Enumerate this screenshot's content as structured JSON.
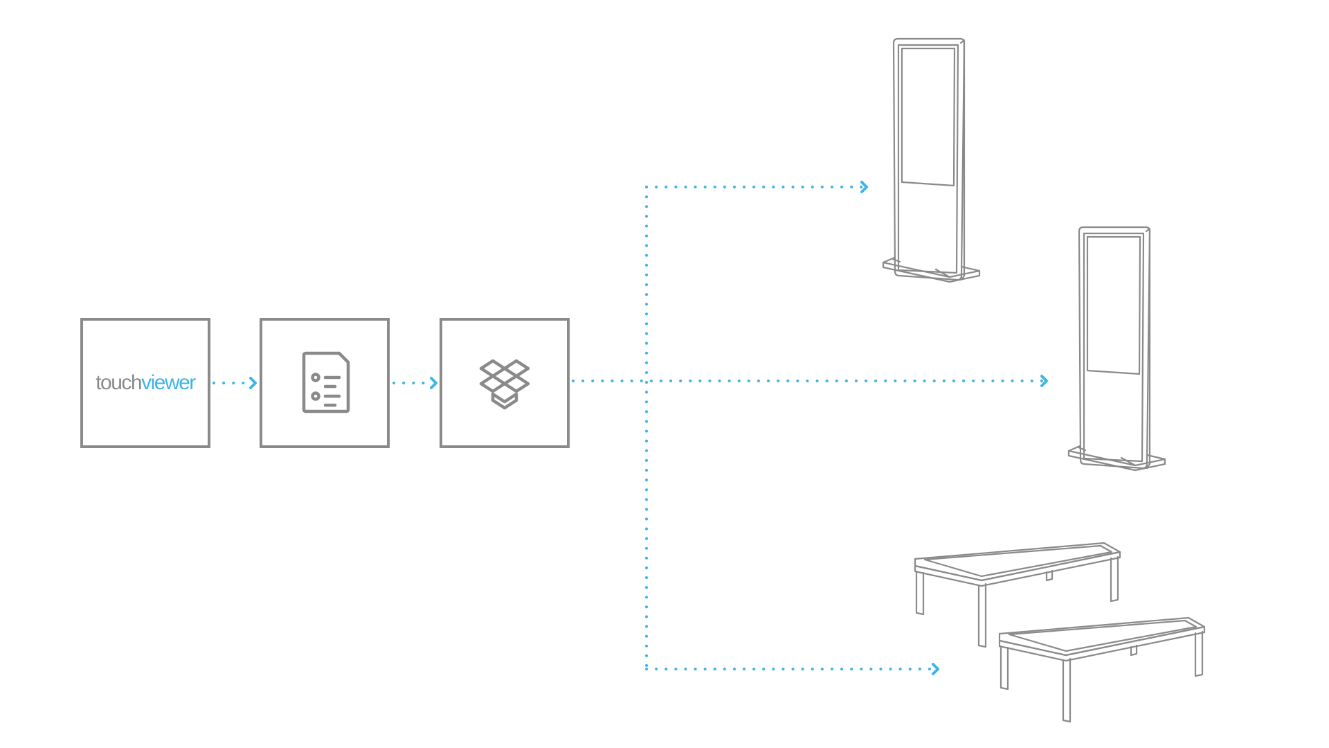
{
  "logo": {
    "part1": "touch",
    "part2": "viewer"
  },
  "colors": {
    "stroke": "#8a8a8a",
    "accent": "#3db5e6",
    "background": "#ffffff"
  },
  "nodes": [
    {
      "name": "touchviewer-logo-box",
      "icon": "touchviewer-logo"
    },
    {
      "name": "form-document-box",
      "icon": "form-document-icon"
    },
    {
      "name": "dropbox-box",
      "icon": "dropbox-icon"
    }
  ],
  "devices": [
    {
      "name": "kiosk-stand-1",
      "icon": "kiosk-stand-icon"
    },
    {
      "name": "kiosk-stand-2",
      "icon": "kiosk-stand-icon"
    },
    {
      "name": "touch-table-pair",
      "icon": "touch-table-icon"
    }
  ]
}
